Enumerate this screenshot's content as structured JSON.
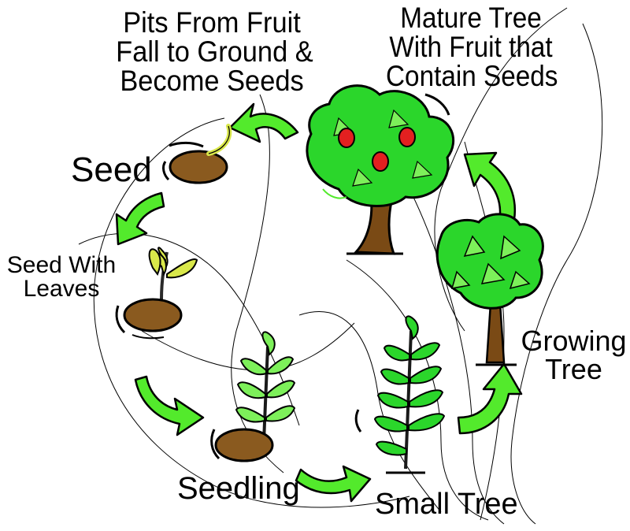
{
  "diagram": {
    "stages": [
      {
        "id": "pits",
        "lines": [
          "Pits From Fruit",
          "Fall to Ground &",
          "Become Seeds"
        ]
      },
      {
        "id": "mature",
        "lines": [
          "Mature Tree",
          "With Fruit that",
          "Contain Seeds"
        ]
      },
      {
        "id": "seed",
        "lines": [
          "Seed"
        ]
      },
      {
        "id": "seed-with-leaves",
        "lines": [
          "Seed With",
          "Leaves"
        ]
      },
      {
        "id": "seedling",
        "lines": [
          "Seedling"
        ]
      },
      {
        "id": "small-tree",
        "lines": [
          "Small Tree"
        ]
      },
      {
        "id": "growing-tree",
        "lines": [
          "Growing",
          "Tree"
        ]
      }
    ]
  },
  "colors": {
    "arrow": "#53ea2c",
    "leaf": "#2bd62b",
    "leaf_light": "#7df05a",
    "soil": "#8a5a1f",
    "trunk": "#7a4a15",
    "fruit": "#e32020",
    "sprout_yellow": "#d9e84a",
    "outline": "#000000"
  }
}
